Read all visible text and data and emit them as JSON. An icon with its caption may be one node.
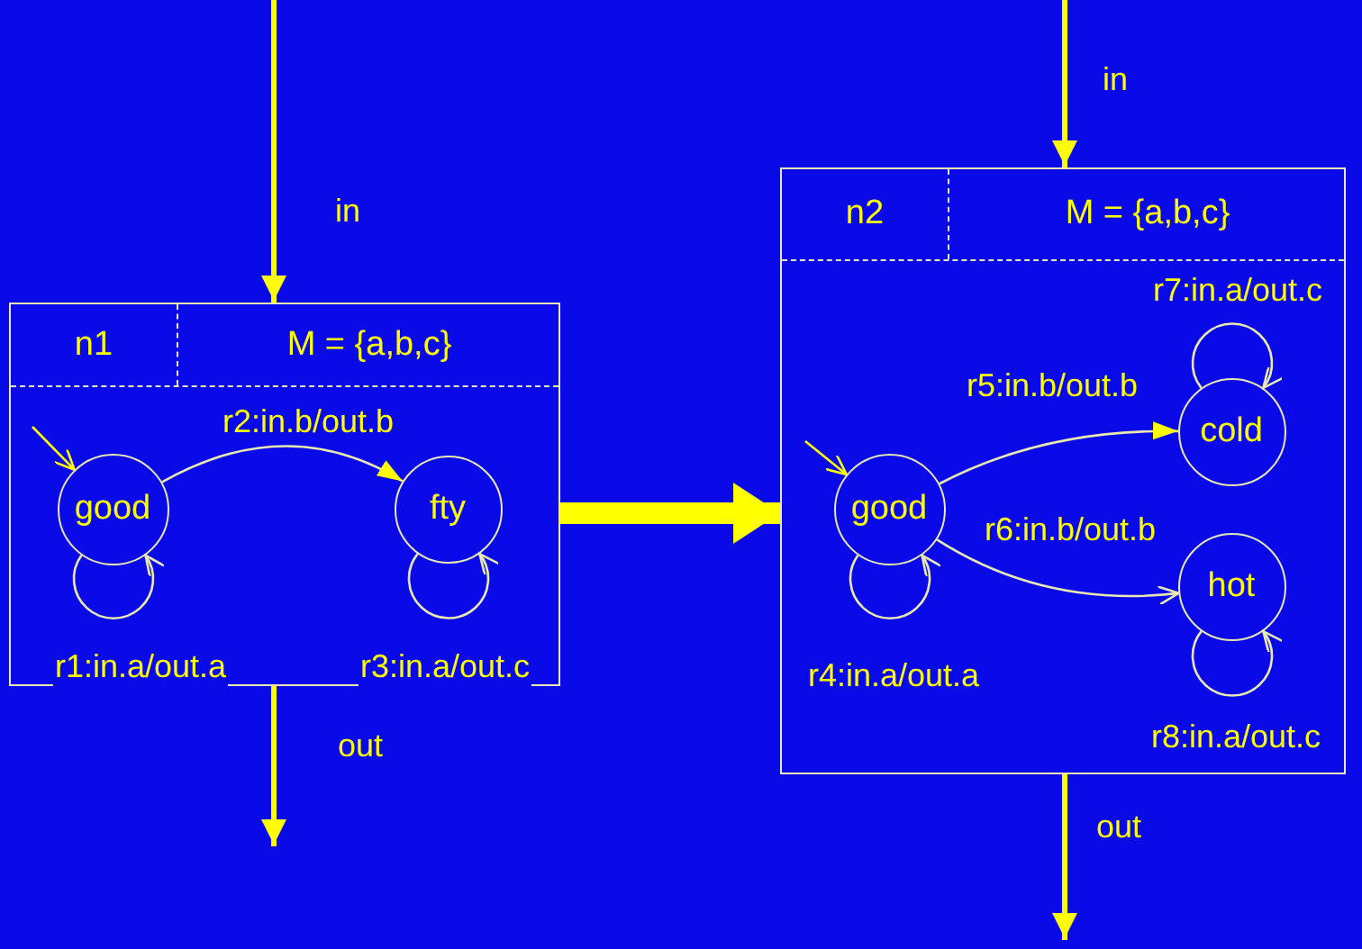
{
  "diagram": {
    "nodes": [
      {
        "text": [
          "n1",
          "M = {a,b,c}"
        ]
      },
      {
        "text": [
          "good"
        ],
        "in": 0
      },
      {
        "text": [
          "fty"
        ],
        "in": 0
      },
      {
        "text": [
          "n2",
          "M = {a,b,c}"
        ]
      },
      {
        "text": [
          "good"
        ],
        "in": 3
      },
      {
        "text": [
          "cold"
        ],
        "in": 3
      },
      {
        "text": [
          "hot"
        ],
        "in": 3
      }
    ],
    "edges": [
      {
        "from": null,
        "to": 0,
        "arrow": "to",
        "label": "in",
        "style": "thick",
        "color": "#ffff00"
      },
      {
        "from": 0,
        "to": null,
        "arrow": "to",
        "label": "out",
        "style": "thick",
        "color": "#ffff00"
      },
      {
        "from": null,
        "to": 1,
        "arrow": "to",
        "color": "#ffff00"
      },
      {
        "from": 1,
        "to": 1,
        "arrow": "to",
        "label": "r1:in.a/out.a"
      },
      {
        "from": 1,
        "to": 2,
        "arrow": "to",
        "label": "r2:in.b/out.b"
      },
      {
        "from": 2,
        "to": 2,
        "arrow": "to",
        "label": "r3:in.a/out.c"
      },
      {
        "from": 0,
        "to": 3,
        "arrow": "to",
        "style": "thick",
        "color": "#ffff00"
      },
      {
        "from": null,
        "to": 3,
        "arrow": "to",
        "label": "in",
        "style": "thick",
        "color": "#ffff00"
      },
      {
        "from": 3,
        "to": null,
        "arrow": "to",
        "label": "out",
        "style": "thick",
        "color": "#ffff00"
      },
      {
        "from": null,
        "to": 4,
        "arrow": "to",
        "color": "#ffff00"
      },
      {
        "from": 4,
        "to": 4,
        "arrow": "to",
        "label": "r4:in.a/out.a"
      },
      {
        "from": 4,
        "to": 5,
        "arrow": "to",
        "label": "r5:in.b/out.b"
      },
      {
        "from": 4,
        "to": 6,
        "arrow": "to",
        "label": "r6:in.b/out.b"
      },
      {
        "from": 5,
        "to": 5,
        "arrow": "to",
        "label": "r7:in.a/out.c"
      },
      {
        "from": 6,
        "to": 6,
        "arrow": "to",
        "label": "r8:in.a/out.c"
      }
    ]
  }
}
